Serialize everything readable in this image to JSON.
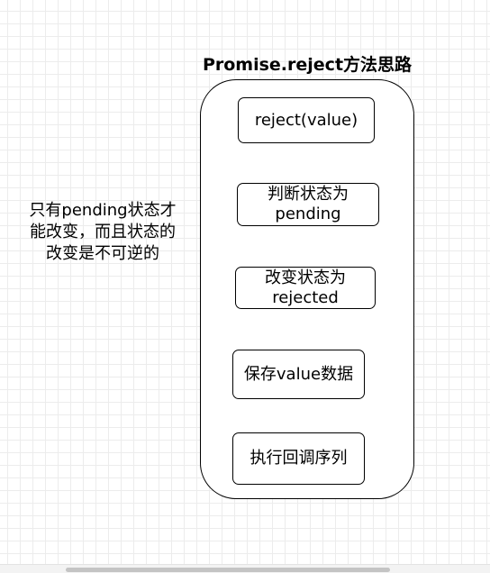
{
  "diagram": {
    "title": "Promise.reject方法思路",
    "steps": [
      {
        "label": "reject(value)"
      },
      {
        "label": "判断状态为\npending"
      },
      {
        "label": "改变状态为\nrejected"
      },
      {
        "label": "保存value数据"
      },
      {
        "label": "执行回调序列"
      }
    ],
    "note": "只有pending状态才\n能改变，而且状态的\n改变是不可逆的"
  }
}
